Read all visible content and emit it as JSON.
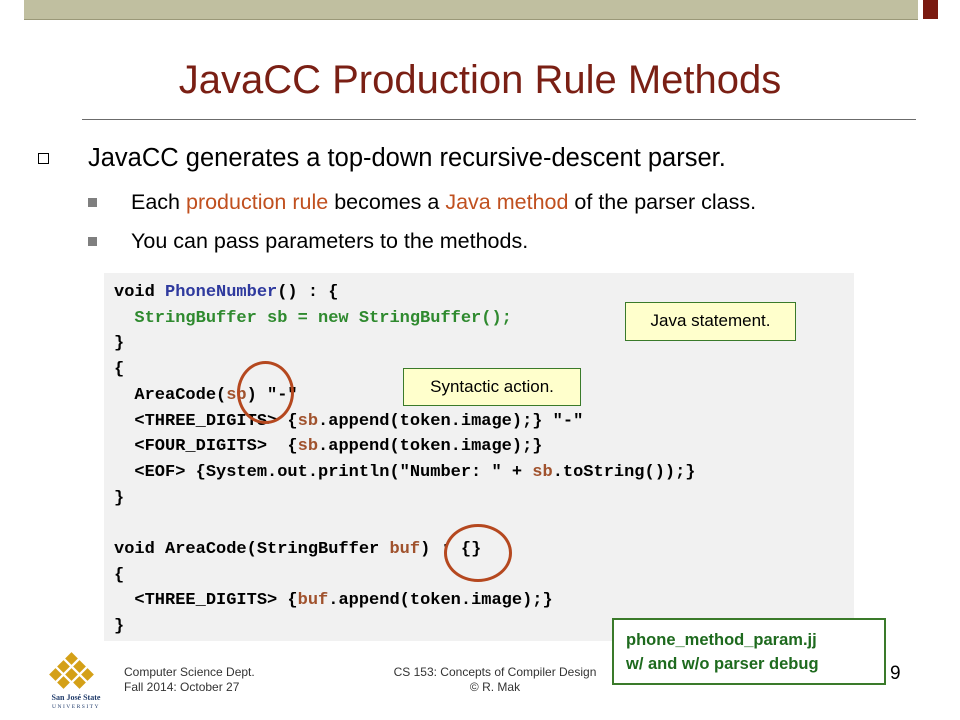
{
  "slide": {
    "title": "JavaCC Production Rule Methods",
    "bullet1": "JavaCC generates a top-down recursive-descent parser.",
    "bullet2": {
      "part1": "Each ",
      "highlight1": "production rule",
      "part2": " becomes a ",
      "highlight2": "Java method",
      "part3": " of the parser class."
    },
    "bullet3": "You can pass parameters to the methods."
  },
  "code": {
    "line1": {
      "a": "void ",
      "b": "PhoneNumber",
      "c": "() : {"
    },
    "line2": "  StringBuffer sb = new StringBuffer();",
    "line3": "}",
    "line4": "{",
    "line5": {
      "a": "  AreaCode(",
      "b": "sb",
      "c": ") \"-\""
    },
    "line6": {
      "a": "  <THREE_DIGITS> {",
      "b": "sb",
      "c": ".append(token.image);} \"-\""
    },
    "line7": {
      "a": "  <FOUR_DIGITS>  {",
      "b": "sb",
      "c": ".append(token.image);}"
    },
    "line8": {
      "a": "  <EOF> {System.out.println(\"Number: \" + ",
      "b": "sb",
      "c": ".toString());}"
    },
    "line9": "}",
    "line10": "",
    "line11": {
      "a": "void AreaCode(StringBuffer ",
      "b": "buf",
      "c": ") : {}"
    },
    "line12": "{",
    "line13": {
      "a": "  <THREE_DIGITS> {",
      "b": "buf",
      "c": ".append(token.image);}"
    },
    "line14": "}"
  },
  "callouts": {
    "java_statement": "Java statement.",
    "syntactic_action": "Syntactic action."
  },
  "file_note": {
    "line1": "phone_method_param.jj",
    "line2": "w/ and w/o parser debug"
  },
  "footer": {
    "dept": "Computer Science Dept.",
    "date": "Fall 2014: October 27",
    "course": "CS 153: Concepts of Compiler Design",
    "author": "© R. Mak",
    "page": "9",
    "logo_text_line1": "San José State",
    "logo_text_line2": "UNIVERSITY"
  },
  "colors": {
    "title": "#7a1f14",
    "accent": "#c0501f",
    "code_blue": "#2f3a9e",
    "code_green": "#2f8a2f",
    "code_param": "#a0522d",
    "callout_fill": "#ffffcc",
    "callout_border": "#3a7a2a"
  }
}
